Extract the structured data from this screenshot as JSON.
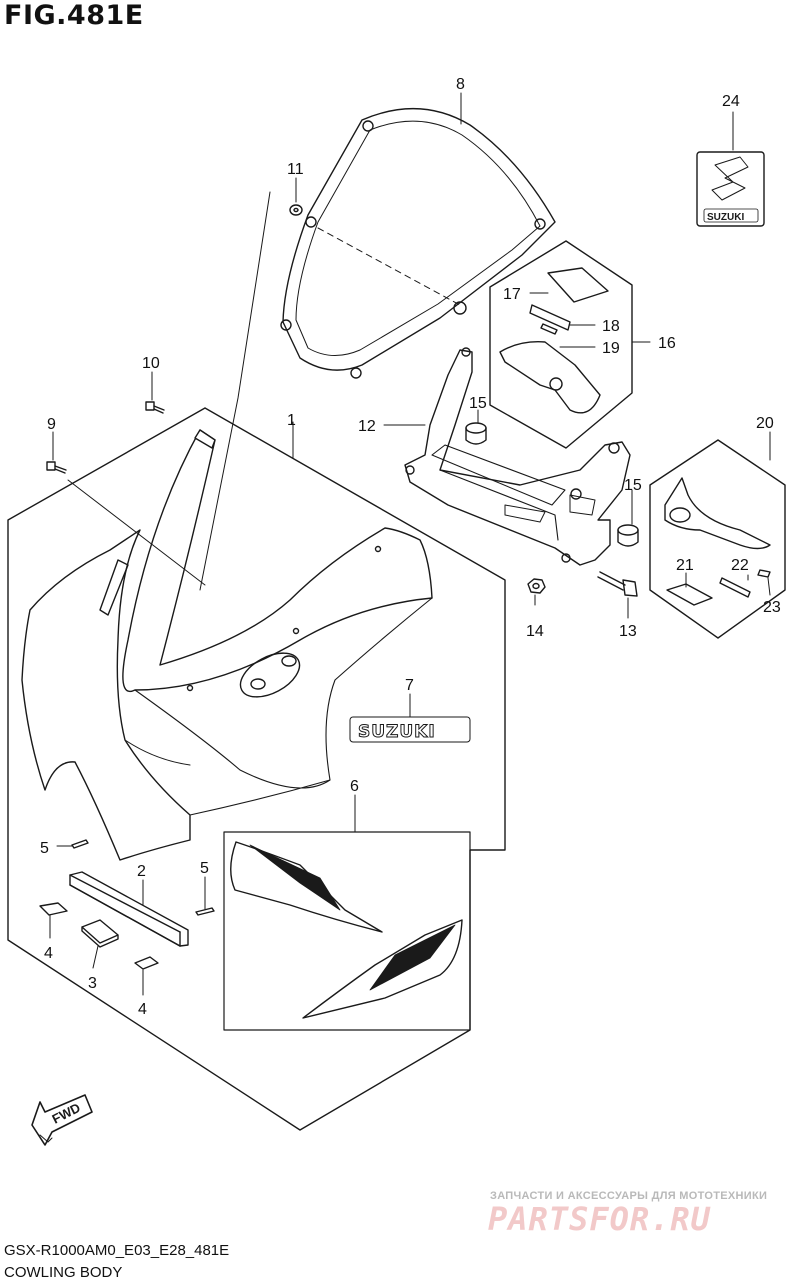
{
  "figure": {
    "title": "FIG.481E"
  },
  "footer": {
    "model_code": "GSX-R1000AM0_E03_E28_481E",
    "section_name": "COWLING BODY"
  },
  "watermark": {
    "tagline": "ЗАПЧАСТИ И АКСЕССУАРЫ ДЛЯ МОТОТЕХНИКИ",
    "site": "PARTSFOR.RU"
  },
  "decals": {
    "brand": "SUZUKI"
  },
  "fwd_label": "FWD",
  "callouts": [
    "1",
    "2",
    "3",
    "4",
    "4",
    "5",
    "5",
    "6",
    "7",
    "8",
    "9",
    "10",
    "11",
    "12",
    "13",
    "14",
    "15",
    "15",
    "16",
    "17",
    "18",
    "19",
    "20",
    "21",
    "22",
    "23",
    "24"
  ],
  "colors": {
    "line": "#1a1a1a",
    "watermark_red": "#f2c9c9",
    "watermark_grey": "#b9b9b9"
  }
}
